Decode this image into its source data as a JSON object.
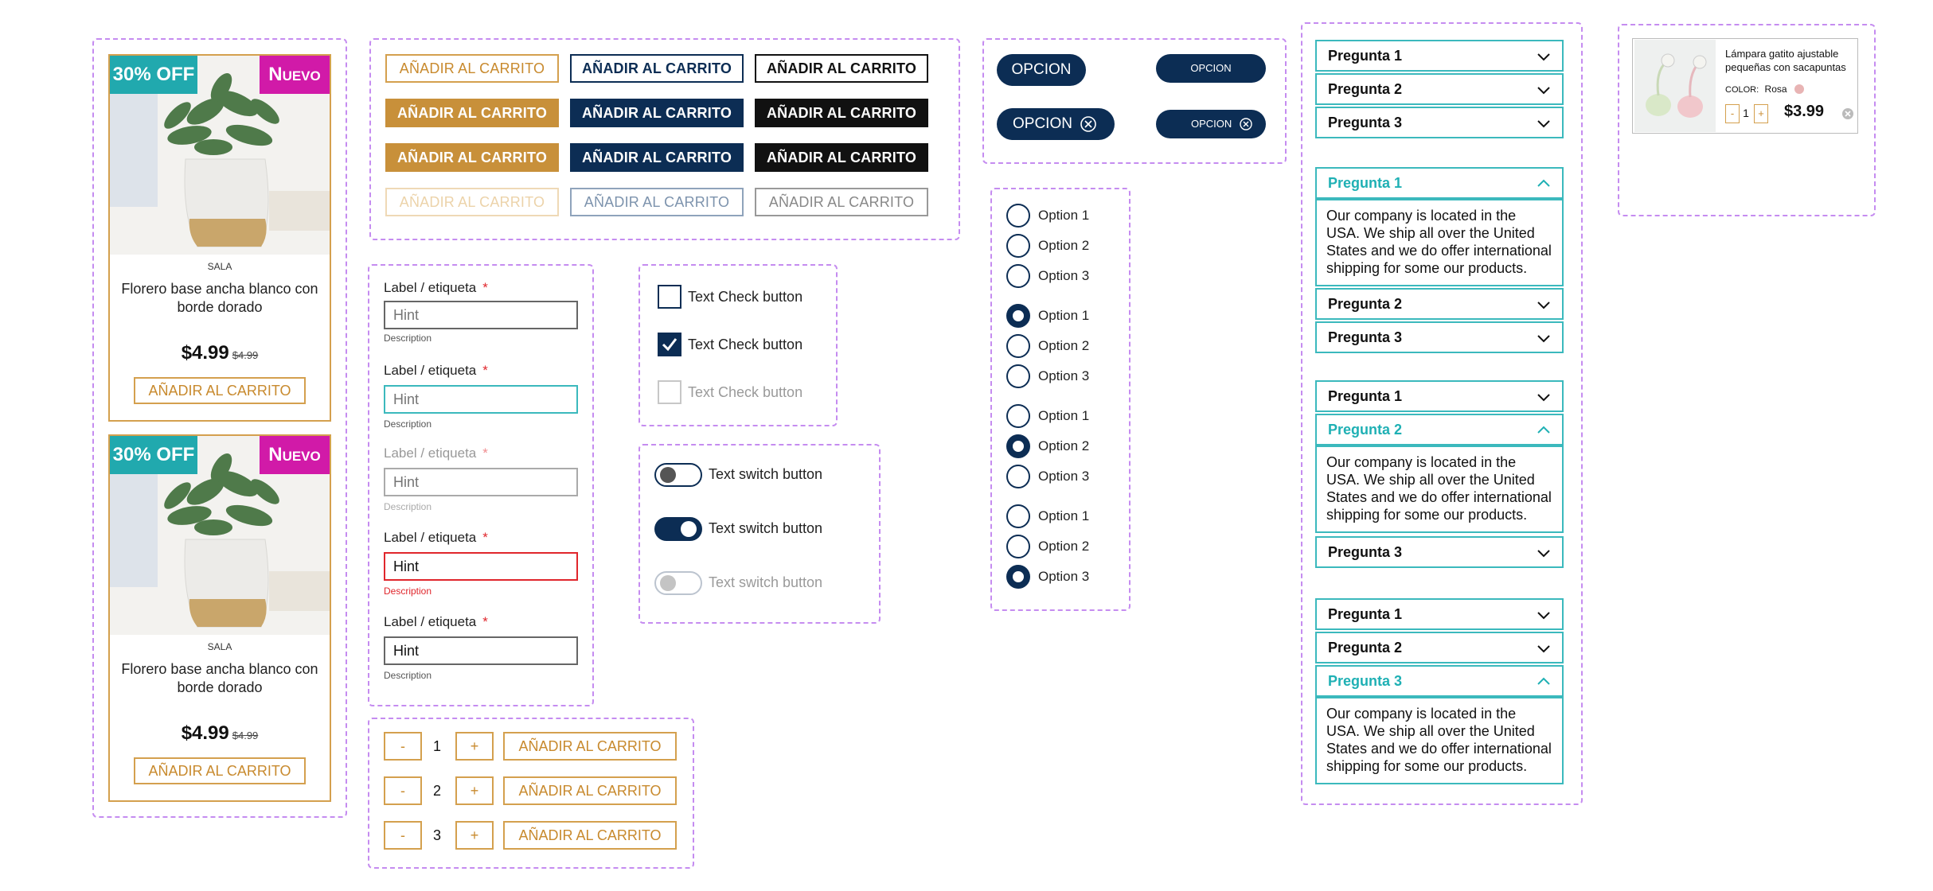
{
  "product_cards": [
    {
      "discount_badge": "30% OFF",
      "new_badge": "Nuevo",
      "category": "SALA",
      "title": "Florero base ancha blanco con  borde dorado",
      "price": "$4.99",
      "old_price": "$4.99",
      "cta": "AÑADIR AL CARRITO"
    },
    {
      "discount_badge": "30% OFF",
      "new_badge": "Nuevo",
      "category": "SALA",
      "title": "Florero base ancha blanco con  borde dorado",
      "price": "$4.99",
      "old_price": "$4.99",
      "cta": "AÑADIR AL CARRITO"
    }
  ],
  "button_grid": {
    "label": "AÑADIR AL CARRITO"
  },
  "pills": {
    "label": "OPCION"
  },
  "form": {
    "fields": [
      {
        "label": "Label / etiqueta",
        "required": "*",
        "hint": "Hint",
        "description": "Description",
        "state": "default"
      },
      {
        "label": "Label / etiqueta",
        "required": "*",
        "hint": "Hint",
        "description": "Description",
        "state": "focused"
      },
      {
        "label": "Label / etiqueta",
        "required": "*",
        "hint": "Hint",
        "description": "Description",
        "state": "disabled"
      },
      {
        "label": "Label / etiqueta",
        "required": "*",
        "hint": "Hint",
        "description": "Description",
        "state": "error"
      },
      {
        "label": "Label / etiqueta",
        "required": "*",
        "hint": "Hint",
        "description": "Description",
        "state": "filled"
      }
    ]
  },
  "checkboxes": [
    {
      "label": "Text Check button",
      "checked": false,
      "disabled": false
    },
    {
      "label": "Text Check button",
      "checked": true,
      "disabled": false
    },
    {
      "label": "Text Check button",
      "checked": false,
      "disabled": true
    }
  ],
  "switches": [
    {
      "label": "Text switch button",
      "state": "off"
    },
    {
      "label": "Text switch button",
      "state": "on"
    },
    {
      "label": "Text switch button",
      "state": "disabled"
    }
  ],
  "radio_groups": [
    {
      "options": [
        "Option 1",
        "Option 2",
        "Option 3"
      ],
      "selected": 0
    },
    {
      "options": [
        "Option 1",
        "Option 2",
        "Option 3"
      ],
      "selected": 1
    },
    {
      "options": [
        "Option 1",
        "Option 2",
        "Option 3"
      ],
      "selected": 2
    },
    {
      "options": [
        "Option 1",
        "Option 2",
        "Option 3"
      ],
      "selected": 3
    }
  ],
  "quantity_rows": [
    {
      "minus": "-",
      "qty": "1",
      "plus": "+",
      "cta": "AÑADIR AL CARRITO"
    },
    {
      "minus": "-",
      "qty": "2",
      "plus": "+",
      "cta": "AÑADIR AL CARRITO"
    },
    {
      "minus": "-",
      "qty": "3",
      "plus": "+",
      "cta": "AÑADIR AL CARRITO"
    }
  ],
  "accordion": {
    "q1": "Pregunta 1",
    "q2": "Pregunta 2",
    "q3": "Pregunta 3",
    "answer": "Our company is located in the USA. We ship all over the United States and we do offer international shipping for some our products."
  },
  "mini_cart": {
    "title": "Lámpara gatito ajustable pequeñas con sacapuntas",
    "color_label": "COLOR:",
    "color_value": "Rosa",
    "minus": "-",
    "qty": "1",
    "plus": "+",
    "price": "$3.99"
  },
  "colors": {
    "gold": "#d4a04e",
    "navy": "#0c2d54",
    "teal": "#3bb9bd",
    "magenta": "#d11aa8",
    "badge_teal": "#21a9ae"
  }
}
